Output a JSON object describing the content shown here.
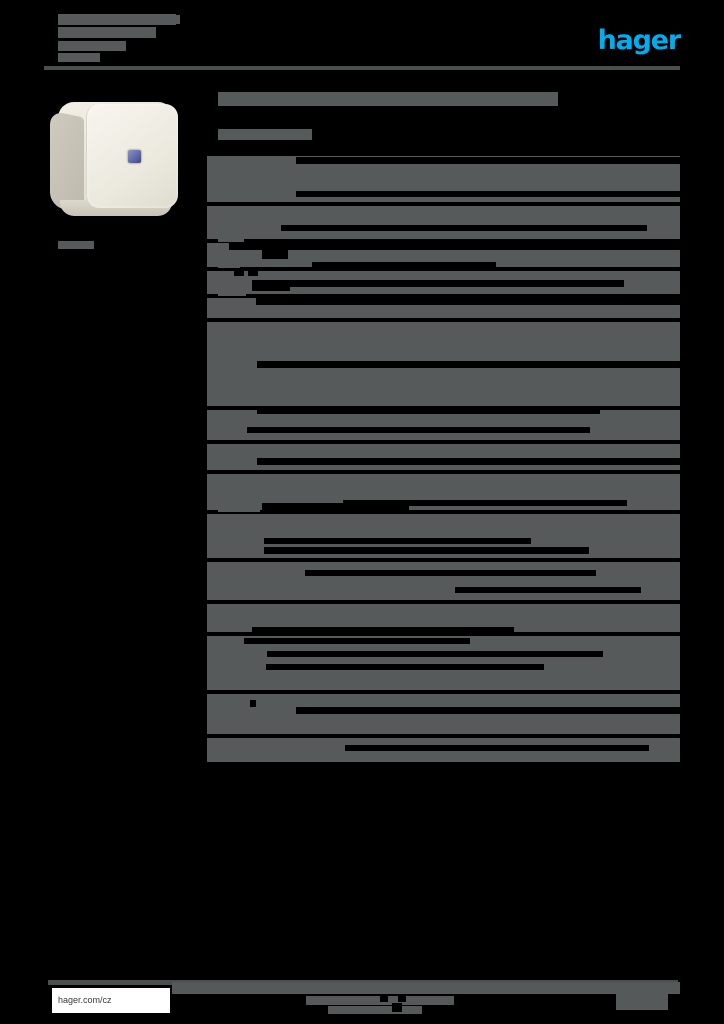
{
  "document": {
    "kind": "product-datasheet",
    "state": "redacted",
    "page_background": "#000000",
    "redaction_color": "#575a5a"
  },
  "header": {
    "brand_logo_text": "hager",
    "brand_logo_color": "#00AEEF",
    "title_lines": [
      "",
      "",
      "",
      ""
    ],
    "rule_color": "#4b4e4e"
  },
  "product": {
    "image_alt": "surface-mounted-switch",
    "body_color": "#ecead f",
    "lens_color": "#5d66a8",
    "caption": ""
  },
  "main": {
    "section_title": "",
    "sub_title": "",
    "rows": [
      {
        "label": "",
        "value": ""
      },
      {
        "label": "",
        "value": ""
      },
      {
        "label": "",
        "value": ""
      },
      {
        "label": "",
        "value": ""
      },
      {
        "label": "",
        "value": ""
      },
      {
        "label": "",
        "value": ""
      },
      {
        "label": "",
        "value": ""
      },
      {
        "label": "",
        "value": ""
      },
      {
        "label": "",
        "value": ""
      },
      {
        "label": "",
        "value": ""
      },
      {
        "label": "",
        "value": ""
      },
      {
        "label": "",
        "value": ""
      },
      {
        "label": "",
        "value": ""
      },
      {
        "label": "",
        "value": ""
      },
      {
        "label": "",
        "value": ""
      },
      {
        "label": "",
        "value": ""
      }
    ]
  },
  "footer": {
    "url": "hager.com/cz",
    "center_text": "",
    "right_text": "",
    "rule_color": "#4b4e4e"
  }
}
